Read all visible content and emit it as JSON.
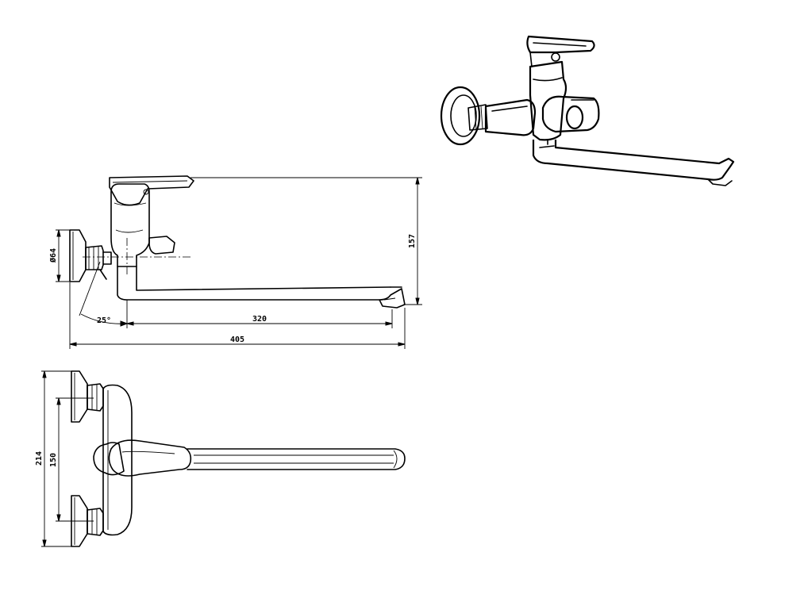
{
  "dimensions": {
    "height_total": "157",
    "wall_flange_diameter": "Ø64",
    "spout_angle": "25°",
    "spout_reach": "320",
    "overall_length": "405",
    "overall_width": "214",
    "inlet_spacing": "150"
  },
  "colors": {
    "line": "#000000",
    "background": "#ffffff"
  }
}
